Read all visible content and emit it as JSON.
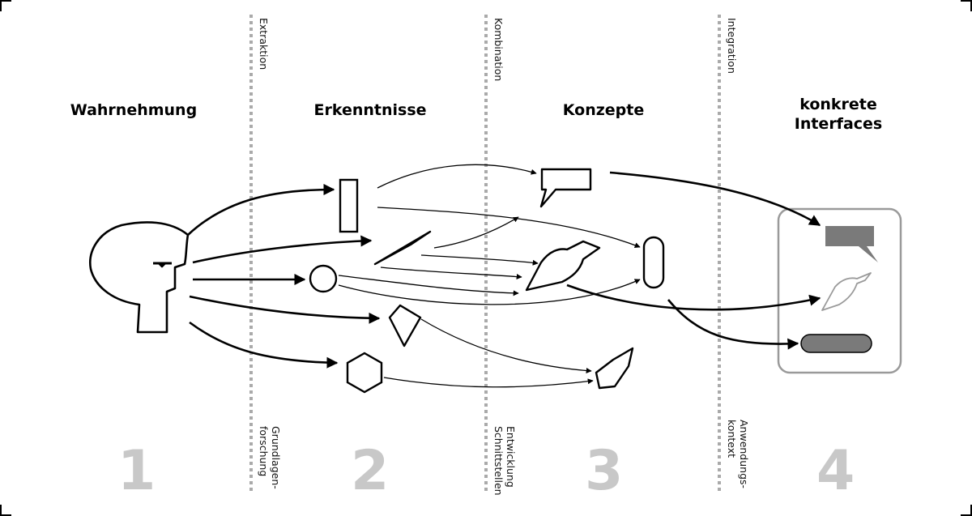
{
  "columns": [
    {
      "heading": "Wahrnehmung",
      "number": "1"
    },
    {
      "heading": "Erkenntnisse",
      "number": "2"
    },
    {
      "heading": "Konzepte",
      "number": "3"
    },
    {
      "heading": "konkrete\nInterfaces",
      "number": "4"
    }
  ],
  "dividers": [
    {
      "top_label": "Extraktion",
      "bottom_label": "Grundlagen-\nforschung"
    },
    {
      "top_label": "Kombination",
      "bottom_label": "Entwicklung\nSchnittstellen"
    },
    {
      "top_label": "Integration",
      "bottom_label": "Anwendungs-\nkontext"
    }
  ],
  "colors": {
    "ink": "#000000",
    "divider": "#aaaaaa",
    "number": "#c8c8c8",
    "frame": "#9a9a9a",
    "interface_fill": "#7a7a7a"
  },
  "icons": [
    "head-icon",
    "rectangle-icon",
    "triangle-icon",
    "circle-icon",
    "kite-icon",
    "hexagon-icon",
    "speech-bubble-icon",
    "leaf-icon",
    "capsule-icon",
    "lens-icon"
  ]
}
